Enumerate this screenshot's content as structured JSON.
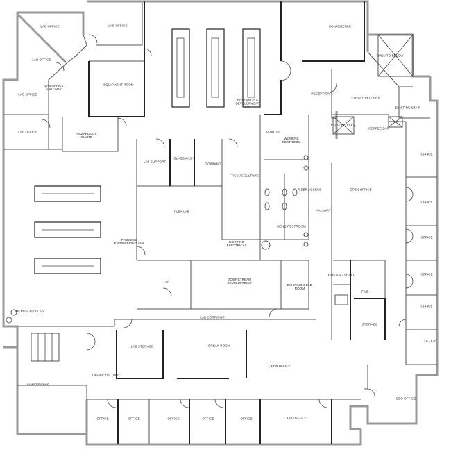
{
  "rooms": [
    {
      "label": "LAB OFFICE"
    },
    {
      "label": "LAB OFFICE"
    },
    {
      "label": "LAB OFFICE"
    },
    {
      "label": "LAB OFFICE HALLWAY"
    },
    {
      "label": "LAB OFFICE"
    },
    {
      "label": "LAB OFFICE"
    },
    {
      "label": "EQUIPMENT ROOM"
    },
    {
      "label": "HAZARDOUS WASTE"
    },
    {
      "label": "RESEARCH & DEVELOPMENT LAB"
    },
    {
      "label": "CONFERENCE"
    },
    {
      "label": "OPEN TO BELOW"
    },
    {
      "label": "RECEPTION"
    },
    {
      "label": "ELEVATOR LOBBY"
    },
    {
      "label": "EXISTING STAIR"
    },
    {
      "label": "EXISTING ELEV."
    },
    {
      "label": "COFFEE BAR"
    },
    {
      "label": "JANITOR"
    },
    {
      "label": "WOMENS RESTROOM"
    },
    {
      "label": "LAB SUPPORT"
    },
    {
      "label": "GLASSWASH"
    },
    {
      "label": "GOWNING"
    },
    {
      "label": "TISSUE CULTURE"
    },
    {
      "label": "RISER ACCESS"
    },
    {
      "label": "HALLWAY"
    },
    {
      "label": "MENS RESTROOM"
    },
    {
      "label": "OPEN OFFICE"
    },
    {
      "label": "OFFICE"
    },
    {
      "label": "OFFICE"
    },
    {
      "label": "OFFICE"
    },
    {
      "label": "OFFICE"
    },
    {
      "label": "OFFICE"
    },
    {
      "label": "OFFICE"
    },
    {
      "label": "FLEX LAB"
    },
    {
      "label": "PROCESS ENGINEERING LAB"
    },
    {
      "label": "EXISTING ELECTRICAL"
    },
    {
      "label": "DOWNSTREAM DEVELOPMENT"
    },
    {
      "label": "EXISTING COLD ROOM"
    },
    {
      "label": "LAB"
    },
    {
      "label": "LAB CORRIDOR"
    },
    {
      "label": "EXISTING SHAFT"
    },
    {
      "label": "FILE"
    },
    {
      "label": "STORAGE"
    },
    {
      "label": "MICROSCOPY LAB"
    },
    {
      "label": "LAB STORAGE"
    },
    {
      "label": "BREAK ROOM"
    },
    {
      "label": "OFFICE HALLWAY"
    },
    {
      "label": "OPEN OFFICE"
    },
    {
      "label": "CONFERENCE"
    },
    {
      "label": "CEO OFFICE"
    },
    {
      "label": "OFFICE"
    },
    {
      "label": "OFFICE"
    },
    {
      "label": "OFFICE"
    },
    {
      "label": "OFFICE"
    },
    {
      "label": "OFFICE"
    },
    {
      "label": "CFO OFFICE"
    }
  ]
}
